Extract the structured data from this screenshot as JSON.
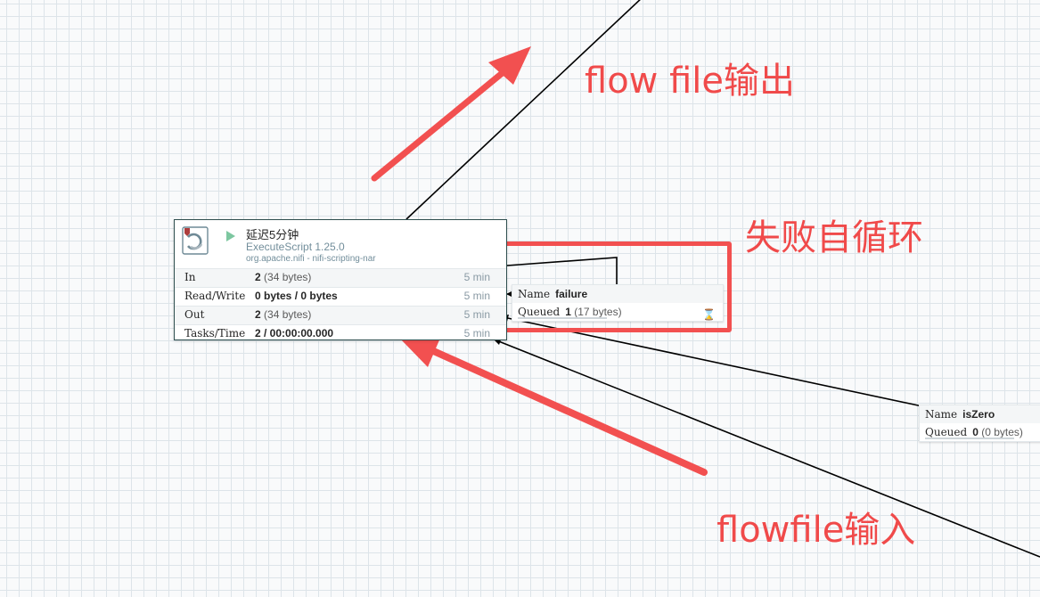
{
  "processor": {
    "name": "延迟5分钟",
    "type": "ExecuteScript 1.25.0",
    "bundle": "org.apache.nifi - nifi-scripting-nar",
    "status_icon": "play-icon",
    "processor_icon": "processor-icon",
    "stats": [
      {
        "label": "In",
        "value": "2",
        "detail": "(34 bytes)",
        "window": "5 min"
      },
      {
        "label": "Read/Write",
        "value": "0 bytes / 0 bytes",
        "detail": "",
        "window": "5 min"
      },
      {
        "label": "Out",
        "value": "2",
        "detail": "(34 bytes)",
        "window": "5 min"
      },
      {
        "label": "Tasks/Time",
        "value": "2 / 00:00:00.000",
        "detail": "",
        "window": "5 min"
      }
    ]
  },
  "connections": {
    "failure": {
      "name_label": "Name",
      "name": "failure",
      "queued_label": "Queued",
      "queued_count": "1",
      "queued_detail": "(17 bytes)",
      "status_icon": "hourglass-icon",
      "hourglass": "⌛"
    },
    "isZero": {
      "name_label": "Name",
      "name": "isZero",
      "queued_label": "Queued",
      "queued_count": "0",
      "queued_detail": "(0 bytes)"
    }
  },
  "annotations": {
    "output": "flow file输出",
    "self_loop": "失败自循环",
    "input": "flowfile输入",
    "accent_color": "#f04a4a"
  }
}
